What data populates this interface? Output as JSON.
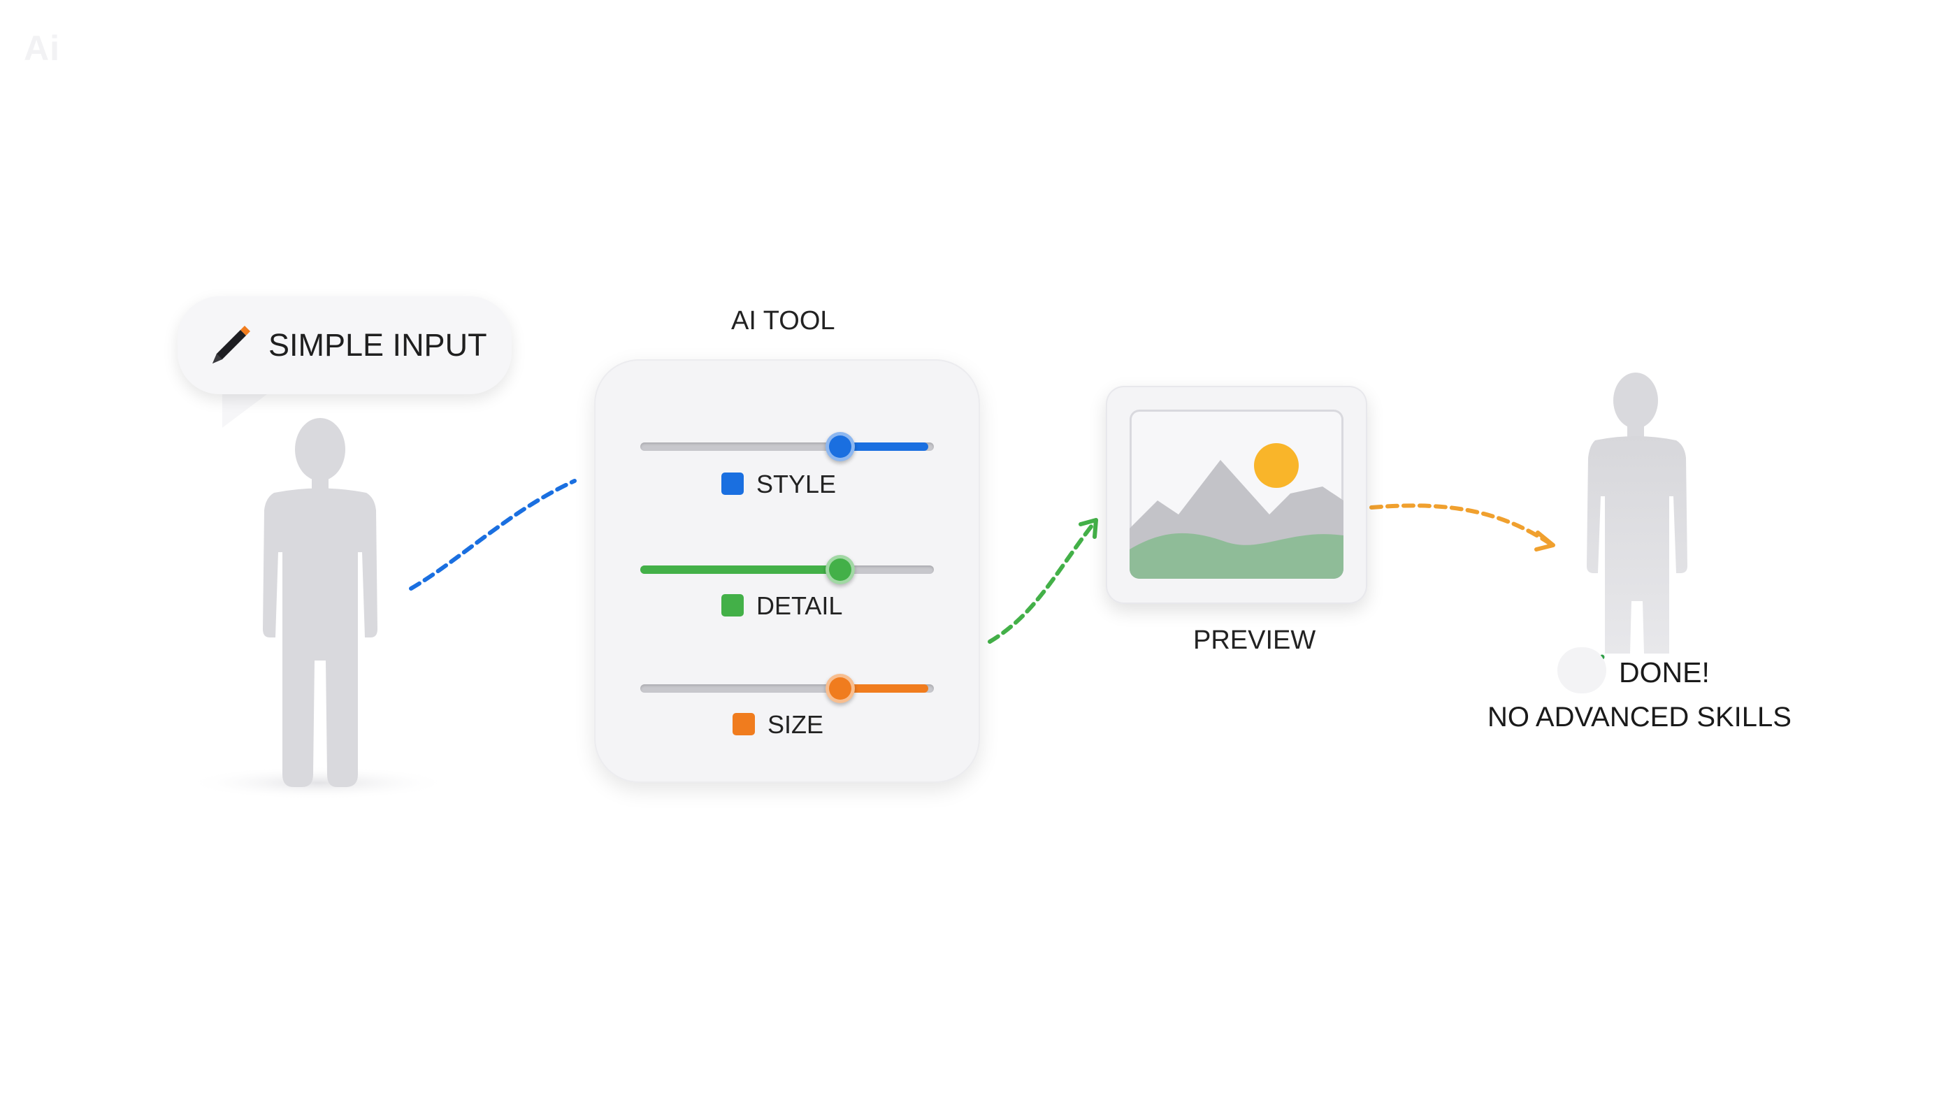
{
  "watermark": "Ai",
  "input_bubble": {
    "label": "SIMPLE INPUT",
    "icon": "pen-icon"
  },
  "ai_tool": {
    "title": "AI TOOL",
    "sliders": [
      {
        "label": "STYLE",
        "value": 0.68,
        "color": "#1a6fe0"
      },
      {
        "label": "DETAIL",
        "value": 0.68,
        "color": "#43b048"
      },
      {
        "label": "SIZE",
        "value": 0.68,
        "color": "#f07c1e"
      }
    ]
  },
  "preview": {
    "label": "PREVIEW",
    "icon": "landscape-image-icon"
  },
  "result": {
    "status": "DONE!",
    "caption": "NO ADVANCED SKILLS",
    "icon": "check-icon"
  },
  "colors": {
    "blue": "#1a6fe0",
    "green": "#43b048",
    "orange": "#f07c1e",
    "figure": "#d9d9dd",
    "sun": "#f9b52a"
  }
}
